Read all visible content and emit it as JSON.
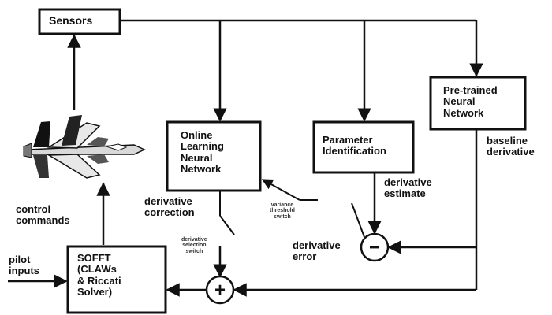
{
  "boxes": {
    "sensors": "Sensors",
    "online_nn": "Online\nLearning\nNeural\nNetwork",
    "param_id": "Parameter\nIdentification",
    "pretrained_nn": "Pre-trained\nNeural\nNetwork",
    "sofft": "SOFFT\n(CLAWs\n& Riccati\nSolver)"
  },
  "labels": {
    "baseline_derivative": "baseline\nderivative",
    "derivative_estimate": "derivative\nestimate",
    "derivative_correction": "derivative\ncorrection",
    "derivative_error": "derivative\nerror",
    "control_commands": "control\ncommands",
    "pilot_inputs": "pilot\ninputs",
    "variance_threshold_switch": "variance\nthreshold\nswitch",
    "derivative_selection_switch": "derivative\nselection\nswitch"
  },
  "symbols": {
    "minus": "−",
    "plus": "+"
  }
}
